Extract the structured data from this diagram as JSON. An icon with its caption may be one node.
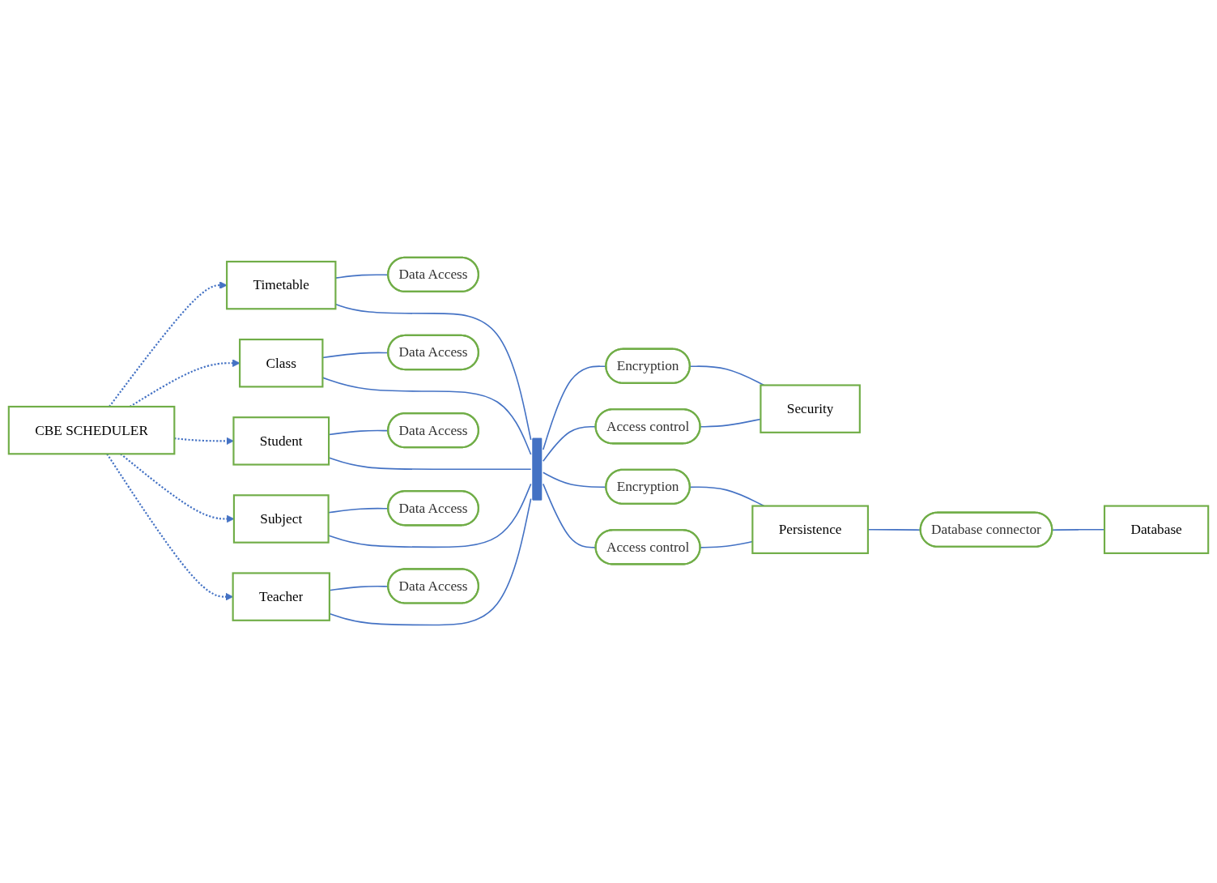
{
  "diagram": {
    "nodes": [
      {
        "text": [
          "Timetable"
        ]
      },
      {
        "text": [
          "Data Access"
        ]
      },
      {
        "text": [
          "Class"
        ]
      },
      {
        "text": [
          "Data Access"
        ]
      },
      {
        "text": [
          "Encryption"
        ]
      },
      {
        "text": [
          "Security"
        ]
      },
      {
        "text": [
          "Access control"
        ]
      },
      {
        "text": [
          "CBE SCHEDULER"
        ]
      },
      {
        "text": [
          "Student"
        ]
      },
      {
        "text": [
          "Data Access"
        ]
      },
      {
        "text": [
          "Encryption"
        ]
      },
      {
        "text": [
          "Persistence"
        ]
      },
      {
        "text": [
          "Access control"
        ]
      },
      {
        "text": [
          "Subject"
        ]
      },
      {
        "text": [
          "Data Access"
        ]
      },
      {
        "text": [
          "Database connector"
        ]
      },
      {
        "text": [
          "Database"
        ]
      },
      {
        "text": [
          "Teacher"
        ]
      },
      {
        "text": [
          "Data Access"
        ]
      },
      {
        "text": [],
        "shape": "bar"
      }
    ],
    "edges": [
      {
        "from": 7,
        "to": 0,
        "arrow": "to",
        "style": "dashed"
      },
      {
        "from": 7,
        "to": 2,
        "arrow": "to",
        "style": "dashed"
      },
      {
        "from": 7,
        "to": 8,
        "arrow": "to",
        "style": "dashed"
      },
      {
        "from": 7,
        "to": 13,
        "arrow": "to",
        "style": "dashed"
      },
      {
        "from": 7,
        "to": 17,
        "arrow": "to",
        "style": "dashed"
      },
      {
        "from": 0,
        "to": 1,
        "arrow": "none"
      },
      {
        "from": 2,
        "to": 3,
        "arrow": "none"
      },
      {
        "from": 8,
        "to": 9,
        "arrow": "none"
      },
      {
        "from": 13,
        "to": 14,
        "arrow": "none"
      },
      {
        "from": 17,
        "to": 18,
        "arrow": "none"
      },
      {
        "from": 0,
        "to": 19,
        "arrow": "none"
      },
      {
        "from": 2,
        "to": 19,
        "arrow": "none"
      },
      {
        "from": 8,
        "to": 19,
        "arrow": "none"
      },
      {
        "from": 13,
        "to": 19,
        "arrow": "none"
      },
      {
        "from": 17,
        "to": 19,
        "arrow": "none"
      },
      {
        "from": 19,
        "to": 4,
        "arrow": "none"
      },
      {
        "from": 19,
        "to": 6,
        "arrow": "none"
      },
      {
        "from": 19,
        "to": 10,
        "arrow": "none"
      },
      {
        "from": 19,
        "to": 12,
        "arrow": "none"
      },
      {
        "from": 4,
        "to": 5,
        "arrow": "none"
      },
      {
        "from": 6,
        "to": 5,
        "arrow": "none"
      },
      {
        "from": 10,
        "to": 11,
        "arrow": "none"
      },
      {
        "from": 12,
        "to": 11,
        "arrow": "none"
      },
      {
        "from": 11,
        "to": 15,
        "arrow": "none"
      },
      {
        "from": 15,
        "to": 16,
        "arrow": "none"
      }
    ]
  }
}
